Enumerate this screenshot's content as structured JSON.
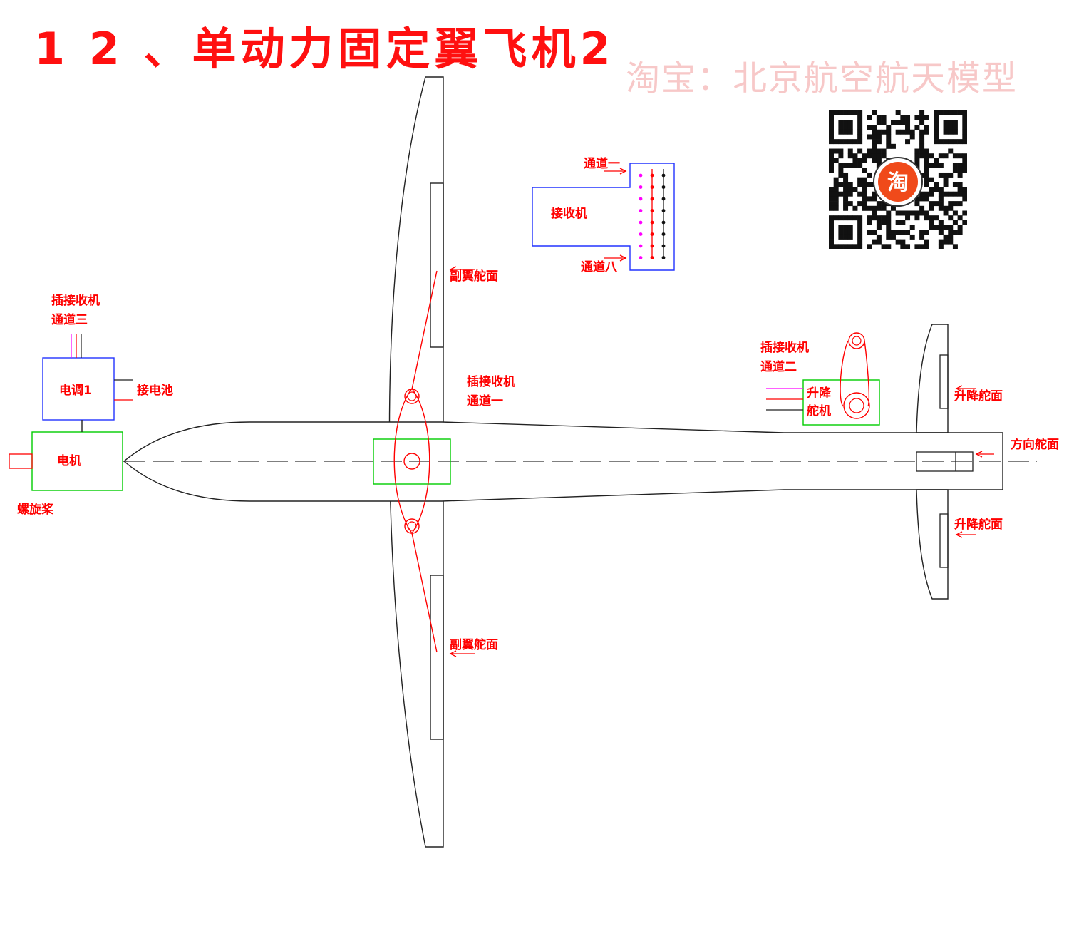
{
  "title": "1 2 、单动力固定翼飞机2",
  "watermark": "淘宝：北京航空航天模型",
  "qr": {
    "badge_text": "淘"
  },
  "receiver": {
    "label": "接收机",
    "channel_first": "通道一",
    "channel_last": "通道八"
  },
  "esc": {
    "label": "电调1",
    "plug_label_line1": "插接收机",
    "plug_label_line2": "通道三",
    "battery_label": "接电池"
  },
  "motor": {
    "label": "电机"
  },
  "propeller": {
    "label": "螺旋桨"
  },
  "aileron_servo": {
    "label_line1": "插接收机",
    "label_line2": "通道一"
  },
  "aileron_top": {
    "label": "副翼舵面"
  },
  "aileron_bottom": {
    "label": "副翼舵面"
  },
  "elevator_servo": {
    "label_line1": "升降",
    "label_line2": "舵机",
    "plug_label_line1": "插接收机",
    "plug_label_line2": "通道二"
  },
  "elevator_top": {
    "label": "升降舵面"
  },
  "elevator_bottom": {
    "label": "升降舵面"
  },
  "rudder": {
    "label": "方向舵面"
  },
  "colors": {
    "title": "#ff1010",
    "outline": "#222222",
    "wire_red": "#ff0000",
    "servo_green": "#00cc00",
    "esc_blue": "#2233ff",
    "pin_magenta": "#ff00ff"
  }
}
